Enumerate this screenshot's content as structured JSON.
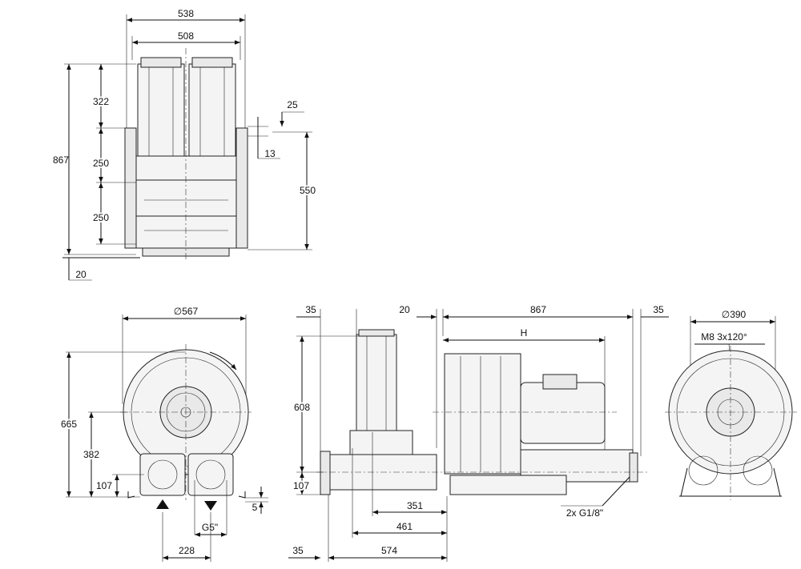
{
  "top_view": {
    "dim_538": "538",
    "dim_508": "508",
    "dim_322": "322",
    "dim_867": "867",
    "dim_250a": "250",
    "dim_250b": "250",
    "dim_25": "25",
    "dim_13": "13",
    "dim_550": "550",
    "dim_20": "20"
  },
  "front_view": {
    "dim_dia567": "∅567",
    "dim_665": "665",
    "dim_382": "382",
    "dim_107": "107",
    "dim_5": "5",
    "dim_g5": "G5\"",
    "dim_228": "228"
  },
  "side_view": {
    "dim_35_top": "35",
    "dim_20": "20",
    "dim_867": "867",
    "dim_35_right": "35",
    "dim_H": "H",
    "dim_608": "608",
    "dim_107": "107",
    "dim_351": "351",
    "dim_461": "461",
    "dim_35_bottom": "35",
    "dim_574": "574",
    "callout_g18": "2x G1/8\""
  },
  "end_view": {
    "dim_dia390": "∅390",
    "dim_m8": "M8 3x120°"
  }
}
